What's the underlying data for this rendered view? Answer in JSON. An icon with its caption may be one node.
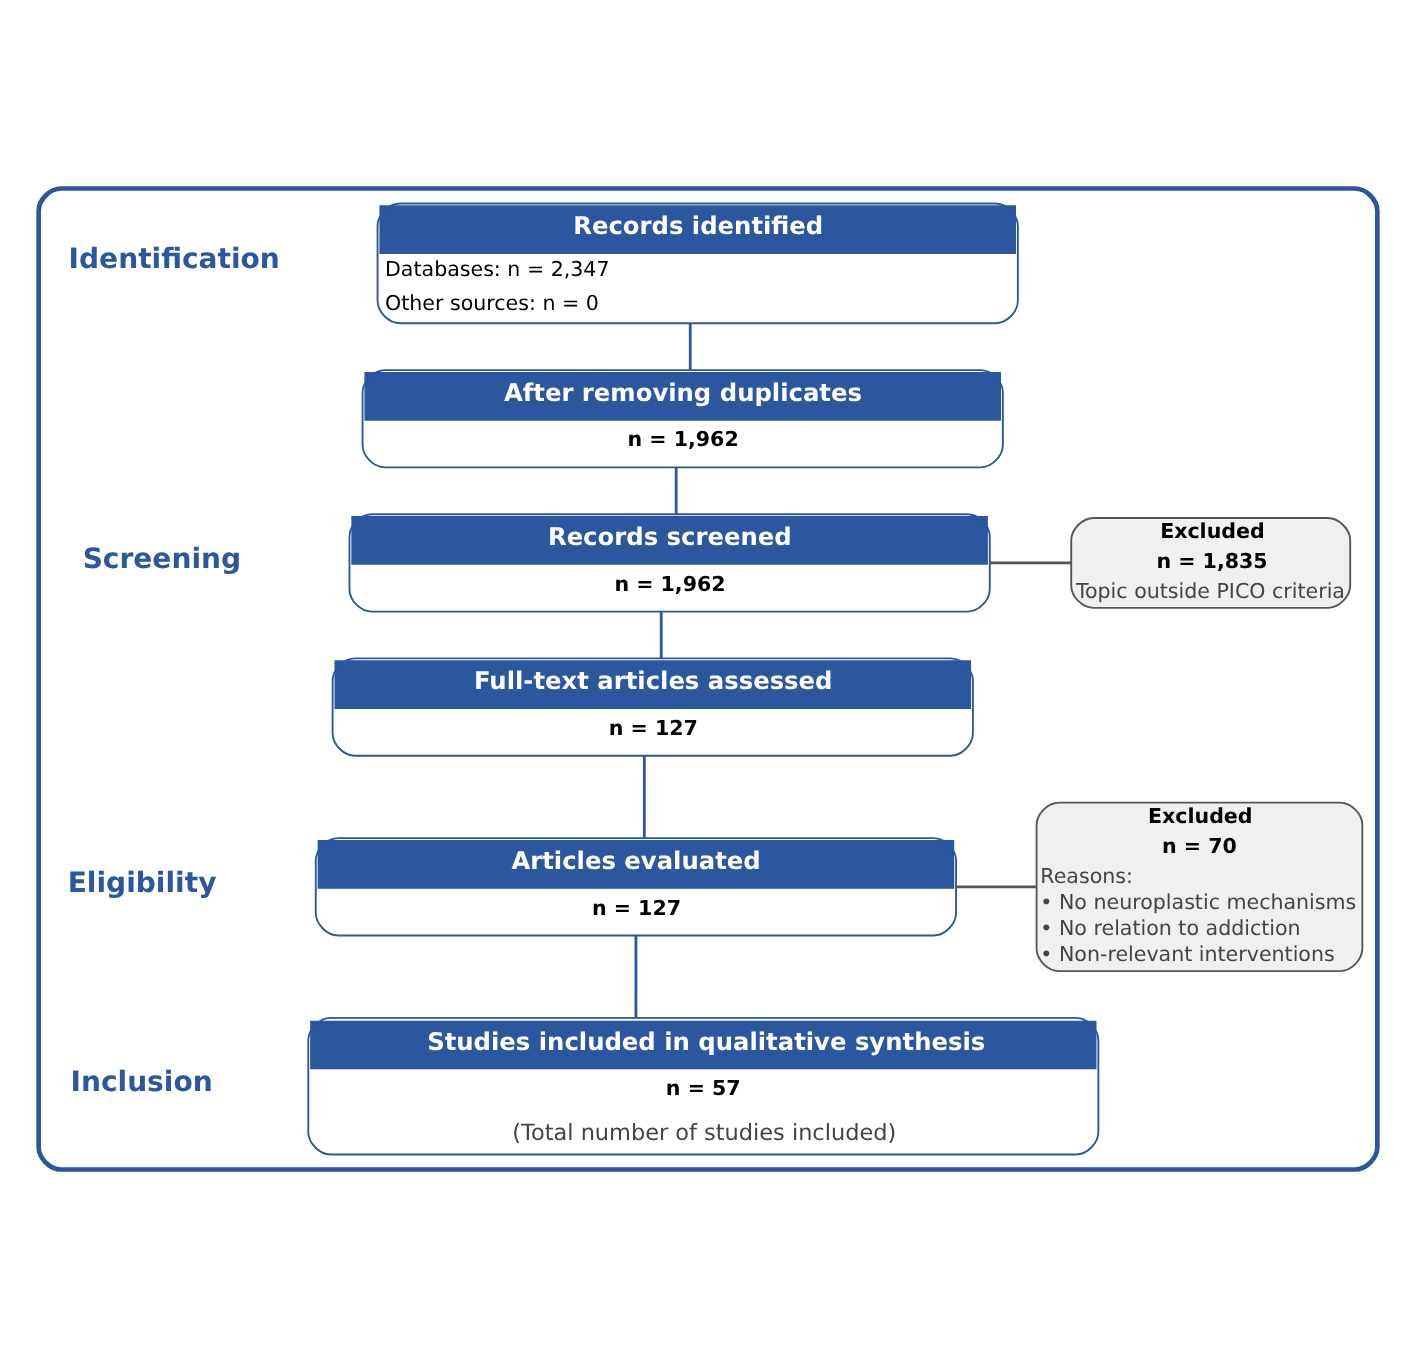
{
  "diagram": {
    "nodes": [
      {
        "text": [],
        "shape": "box"
      },
      {
        "text": [
          "Records identified",
          "Databases: n = 2,347",
          "Other sources: n = 0"
        ],
        "in": 0
      },
      {
        "text": [
          "After removing duplicates",
          "n = 1,962"
        ],
        "in": 0
      },
      {
        "text": [
          "Records screened",
          "n = 1,962"
        ],
        "in": 0
      },
      {
        "text": [
          "Excluded",
          "n = 1,835",
          "Topic outside PICO criteria"
        ],
        "in": 0
      },
      {
        "text": [
          "Full-text articles assessed",
          "n = 127"
        ],
        "in": 0
      },
      {
        "text": [
          "Articles evaluated",
          "n = 127"
        ],
        "in": 0
      },
      {
        "text": [
          "Excluded",
          "n = 70",
          "Reasons:",
          "• No neuroplastic mechanisms",
          "• No relation to addiction",
          "• Non-relevant interventions"
        ],
        "in": 0
      },
      {
        "text": [
          "Studies included in qualitative synthesis",
          "n = 57",
          "(Total number of studies included)"
        ],
        "in": 0
      }
    ],
    "edges": [
      {
        "from": 1,
        "to": 2,
        "arrow": "none"
      },
      {
        "from": 2,
        "to": 3,
        "arrow": "none"
      },
      {
        "from": 3,
        "to": 4,
        "arrow": "none"
      },
      {
        "from": 3,
        "to": 5,
        "arrow": "none"
      },
      {
        "from": 5,
        "to": 6,
        "arrow": "none"
      },
      {
        "from": 6,
        "to": 7,
        "arrow": "none"
      },
      {
        "from": 6,
        "to": 8,
        "arrow": "none"
      }
    ],
    "labels": [
      "Identification",
      "Screening",
      "Eligibility",
      "Inclusion"
    ]
  }
}
